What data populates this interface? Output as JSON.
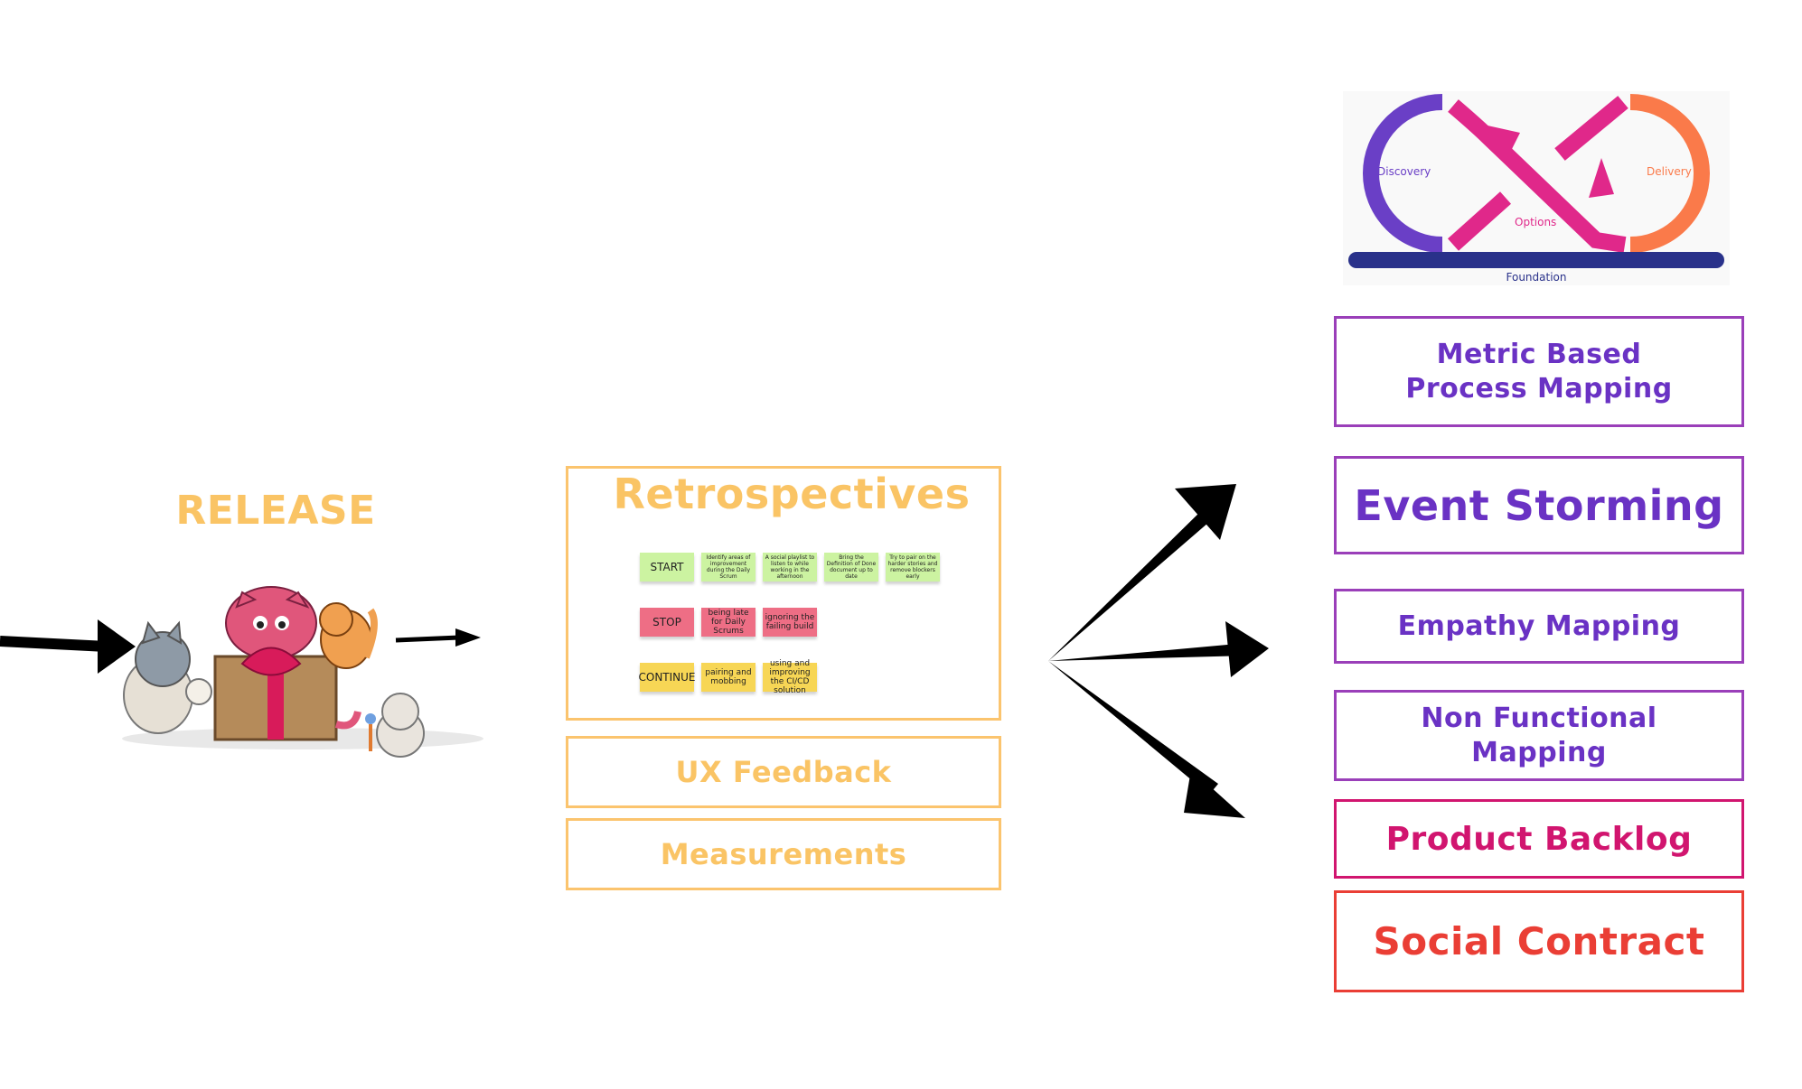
{
  "release": {
    "title": "RELEASE"
  },
  "retro": {
    "title": "Retrospectives",
    "rows": [
      {
        "label": "START",
        "color": "green",
        "notes": [
          "Identify areas of improvement during the Daily Scrum",
          "A social playlist to listen to while working in the afternoon",
          "Bring the Definition of Done document up to date",
          "Try to pair on the harder stories and remove blockers early"
        ]
      },
      {
        "label": "STOP",
        "color": "pink",
        "notes": [
          "being late for Daily Scrums",
          "ignoring the failing build"
        ]
      },
      {
        "label": "CONTINUE",
        "color": "yellow",
        "notes": [
          "pairing and mobbing",
          "using and improving the CI/CD solution"
        ]
      }
    ],
    "colors": {
      "green": "#ccf3a1",
      "pink": "#ee6e85",
      "yellow": "#f7d655"
    }
  },
  "ux_feedback": {
    "label": "UX Feedback"
  },
  "measurements": {
    "label": "Measurements"
  },
  "logo": {
    "discovery": "Discovery",
    "options": "Options",
    "delivery": "Delivery",
    "foundation": "Foundation",
    "colors": {
      "discovery": "#6a3fc6",
      "options": "#e0288a",
      "delivery": "#fa7a4a",
      "foundation": "#29318a"
    }
  },
  "practices": [
    {
      "label": "Metric Based Process Mapping",
      "style": "purple"
    },
    {
      "label": "Event Storming",
      "style": "purple"
    },
    {
      "label": "Empathy Mapping",
      "style": "purple"
    },
    {
      "label": "Non Functional Mapping",
      "style": "purple"
    },
    {
      "label": "Product Backlog",
      "style": "pink"
    },
    {
      "label": "Social Contract",
      "style": "red"
    }
  ],
  "accent_colors": {
    "orange": "#fac465",
    "purple": "#6a32c4",
    "pink": "#d1156f",
    "red": "#ea3e35"
  }
}
